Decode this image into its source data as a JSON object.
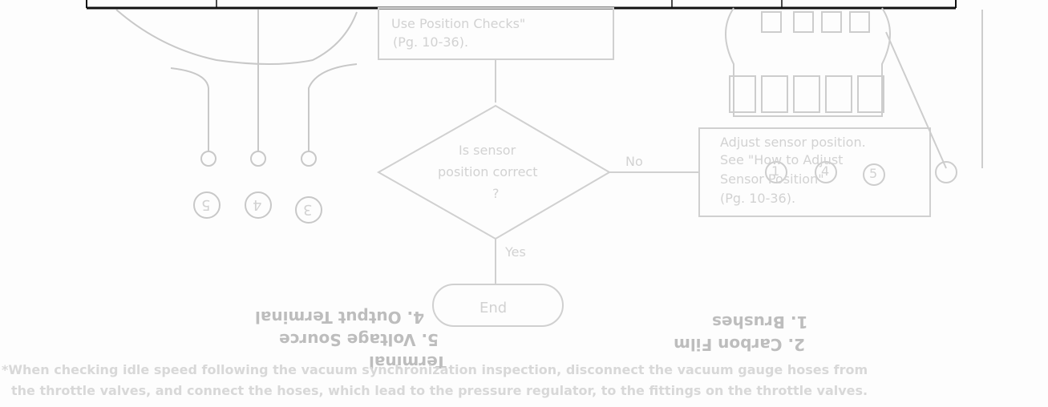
{
  "flowchart": {
    "check_box_lines": [
      "Use Position Checks\"",
      "(Pg. 10-36)."
    ],
    "decision_lines": [
      "Is sensor",
      "position correct",
      "?"
    ],
    "no_label": "No",
    "yes_label": "Yes",
    "end_label": "End",
    "adjust_box_lines": [
      "Adjust sensor position.",
      "See \"How to Adjust",
      "Sensor Position\"",
      "(Pg. 10-36)."
    ]
  },
  "terminal_markers": [
    "5",
    "4",
    "3"
  ],
  "sensor_markers": [
    "1",
    "4",
    "5"
  ],
  "legend_bleed": {
    "left": [
      "4. Output Terminal",
      "5. Voltage Source",
      "Terminal"
    ],
    "right": [
      "1. Brushes",
      "2. Carbon Film"
    ]
  },
  "footnote": {
    "line1": "*When checking idle speed following the vacuum synchronization inspection, disconnect the vacuum gauge hoses from",
    "line2": "the throttle valves, and connect the hoses, which lead to the pressure regulator, to the fittings on the throttle valves."
  }
}
